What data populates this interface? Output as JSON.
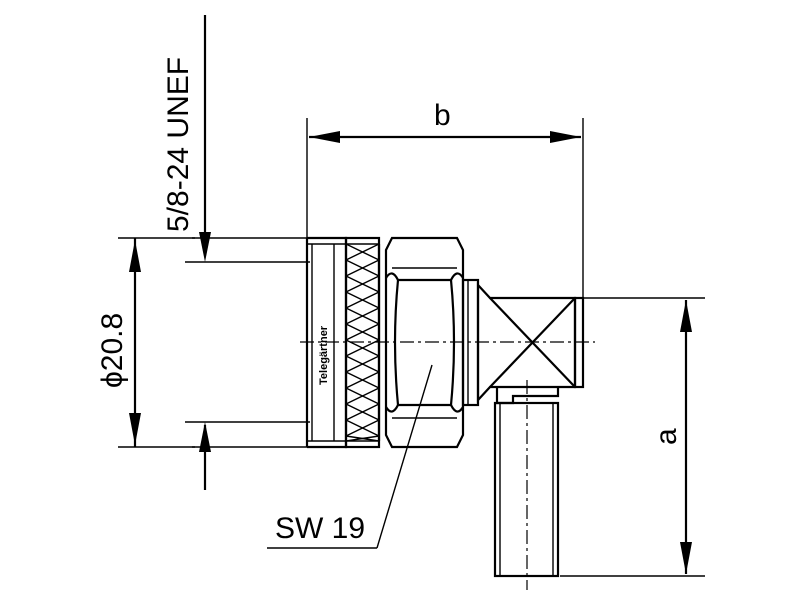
{
  "drawing": {
    "thread_label": "5/8-24 UNEF",
    "diameter_label": "ϕ20.8",
    "length_label": "b",
    "height_label": "a",
    "wrench_label": "SW 19",
    "brand_label": "Telegärtner"
  }
}
